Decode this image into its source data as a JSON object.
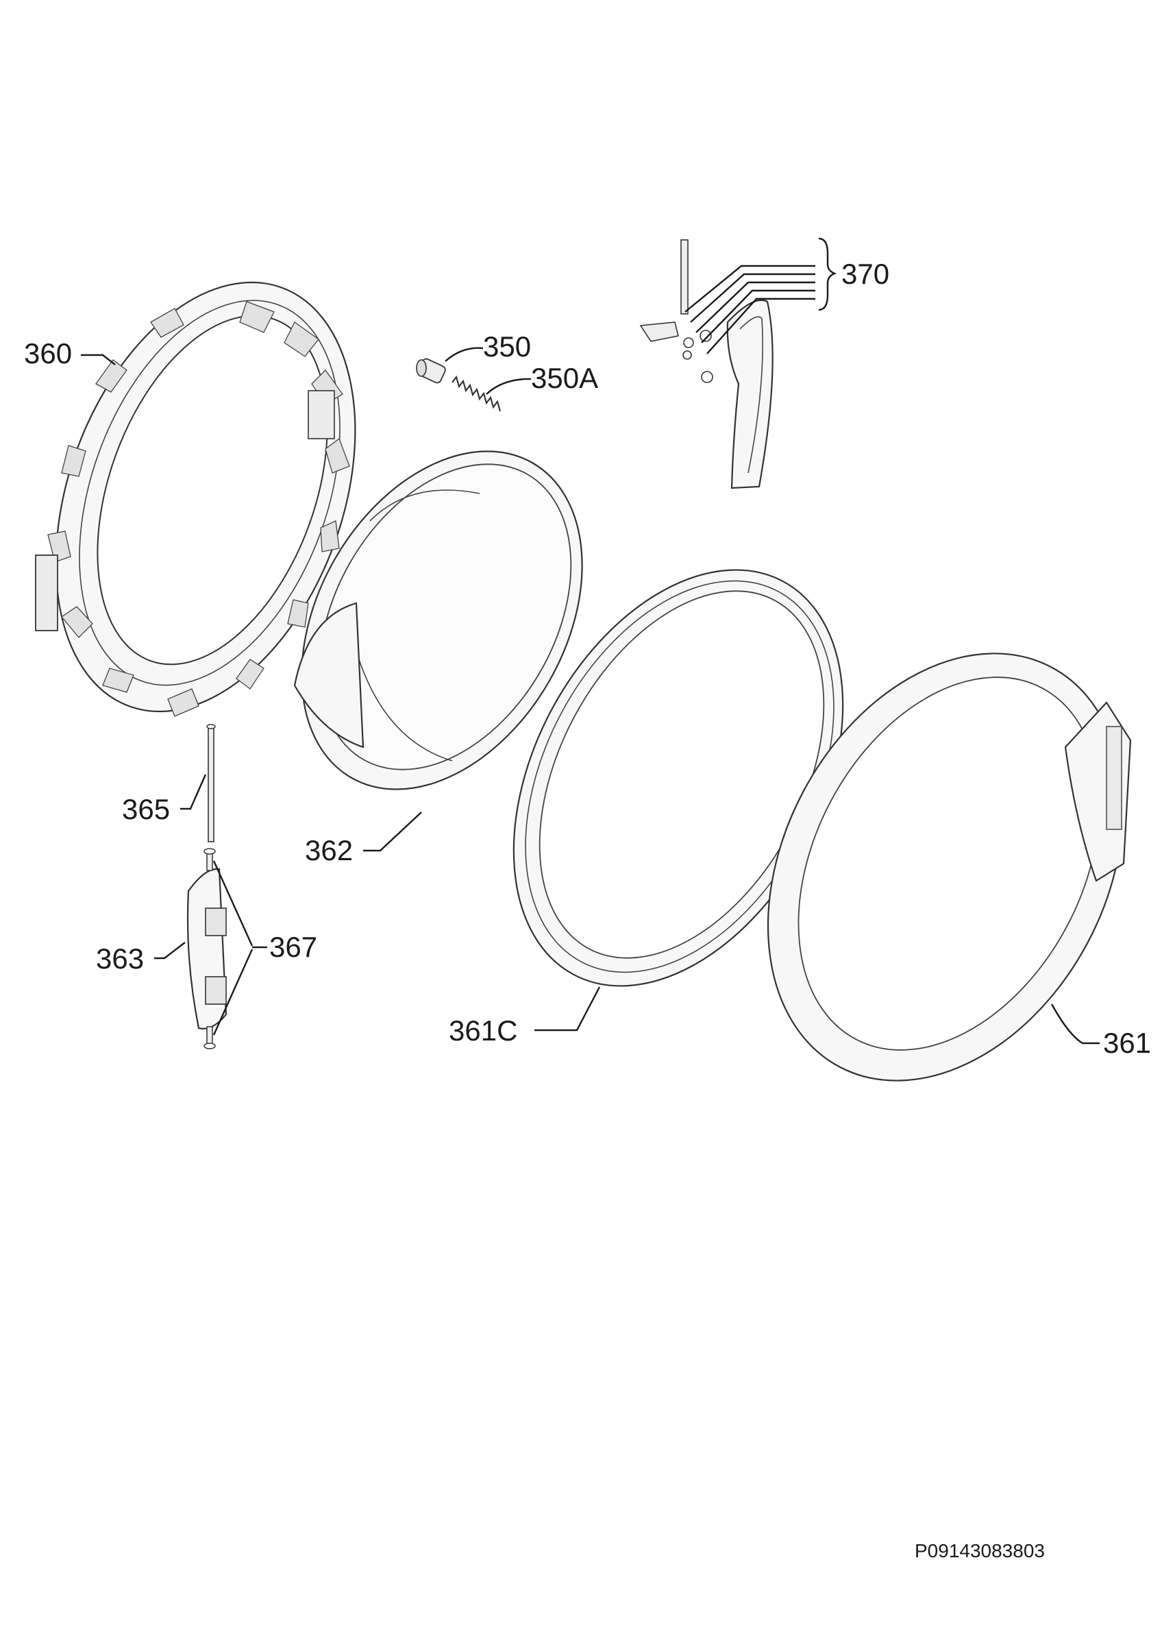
{
  "diagram": {
    "part_numbers": {
      "p350": "350",
      "p350a": "350A",
      "p360": "360",
      "p361": "361",
      "p361c": "361C",
      "p362": "362",
      "p363": "363",
      "p365": "365",
      "p367": "367",
      "p370": "370"
    },
    "drawing_code": "P09143083803"
  }
}
